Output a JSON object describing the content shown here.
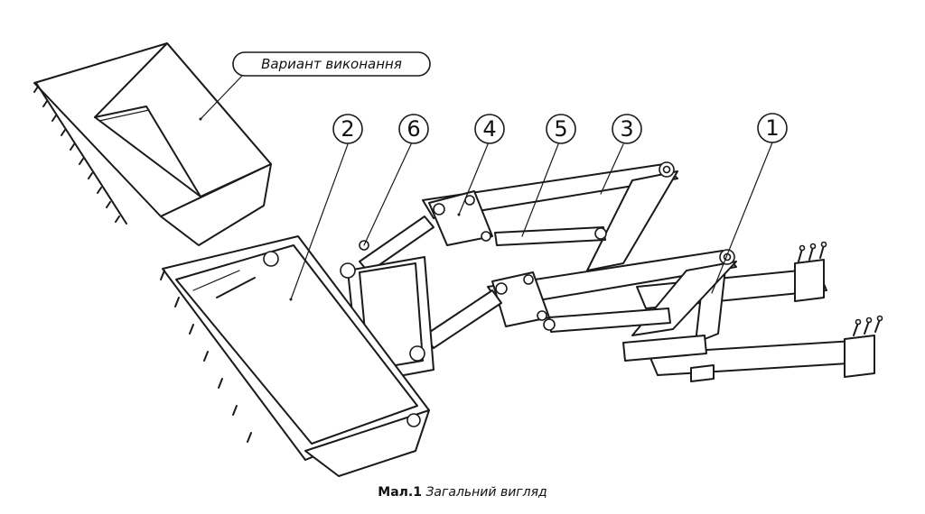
{
  "variant_label": "Вариант виконання",
  "callouts": [
    "1",
    "2",
    "3",
    "4",
    "5",
    "6"
  ],
  "caption": {
    "number": "Мал.1",
    "title": "Загальний вигляд"
  }
}
